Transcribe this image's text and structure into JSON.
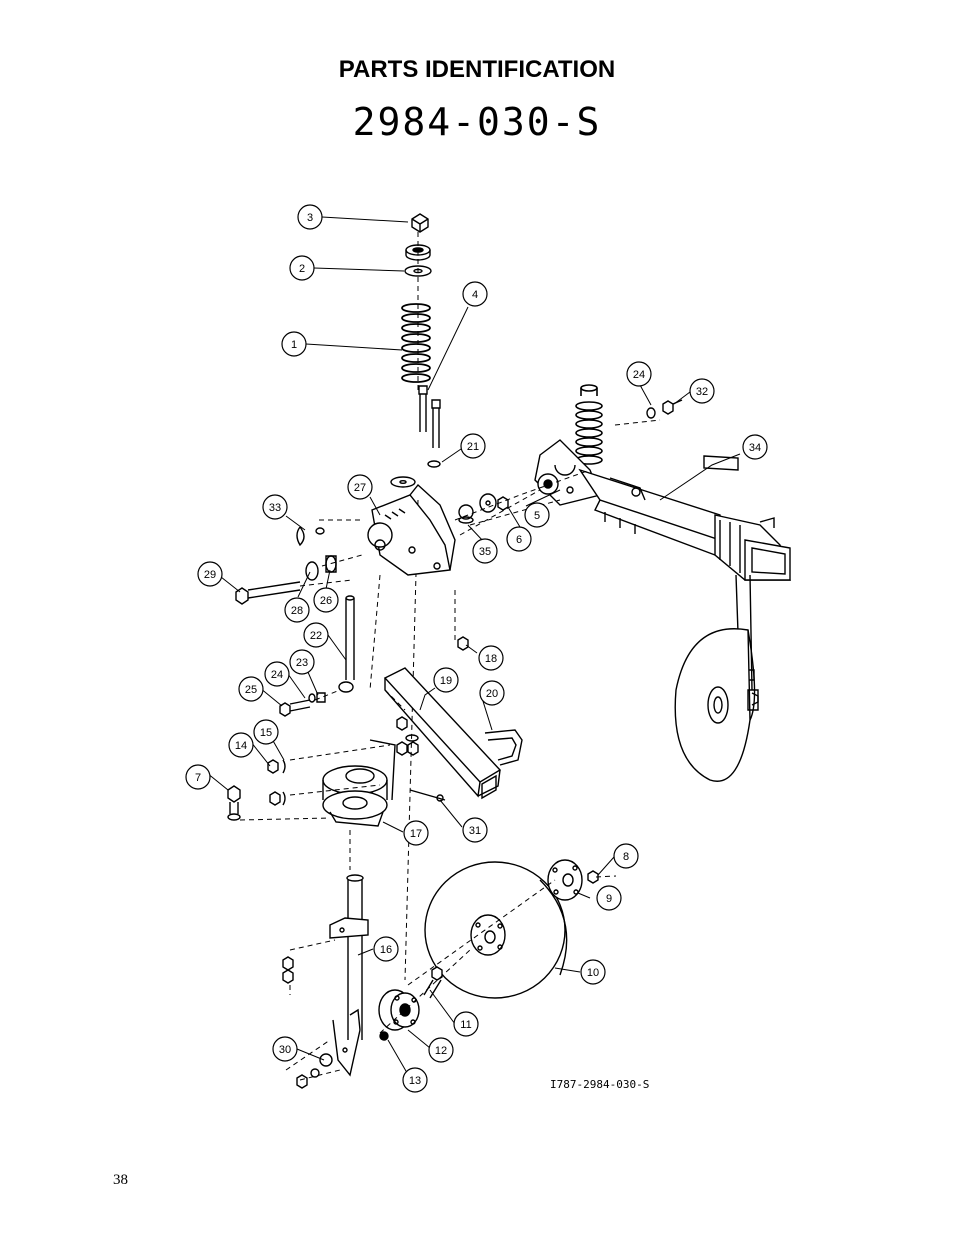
{
  "page": {
    "heading": "PARTS IDENTIFICATION",
    "part_number": "2984-030-S",
    "drawing_ref": "I787-2984-030-S",
    "page_number": "38"
  },
  "callouts": [
    "3",
    "2",
    "4",
    "1",
    "24",
    "32",
    "21",
    "34",
    "27",
    "33",
    "5",
    "6",
    "35",
    "29",
    "28",
    "26",
    "22",
    "18",
    "19",
    "23",
    "24",
    "20",
    "25",
    "15",
    "14",
    "7",
    "17",
    "31",
    "8",
    "9",
    "16",
    "10",
    "11",
    "12",
    "30",
    "13"
  ]
}
